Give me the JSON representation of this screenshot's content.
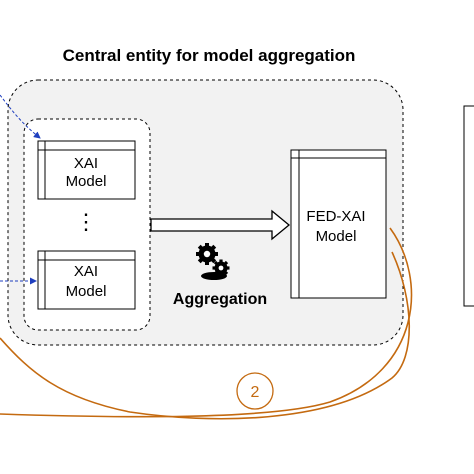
{
  "central_entity": {
    "title": "Central entity for model aggregation"
  },
  "local_models": [
    {
      "line1": "XAI",
      "line2": "Model"
    },
    {
      "line1": "XAI",
      "line2": "Model"
    }
  ],
  "ellipsis": "⋮",
  "aggregation": {
    "label": "Aggregation",
    "icon": "gears-icon"
  },
  "global_model": {
    "line1": "FED-XAI",
    "line2": "Model"
  },
  "step_marker": {
    "label": "2"
  },
  "colors": {
    "container_fill": "#f2f2f2",
    "stroke": "#000000",
    "dashed_link": "#1f3fbf",
    "orange_link": "#c46a10"
  }
}
